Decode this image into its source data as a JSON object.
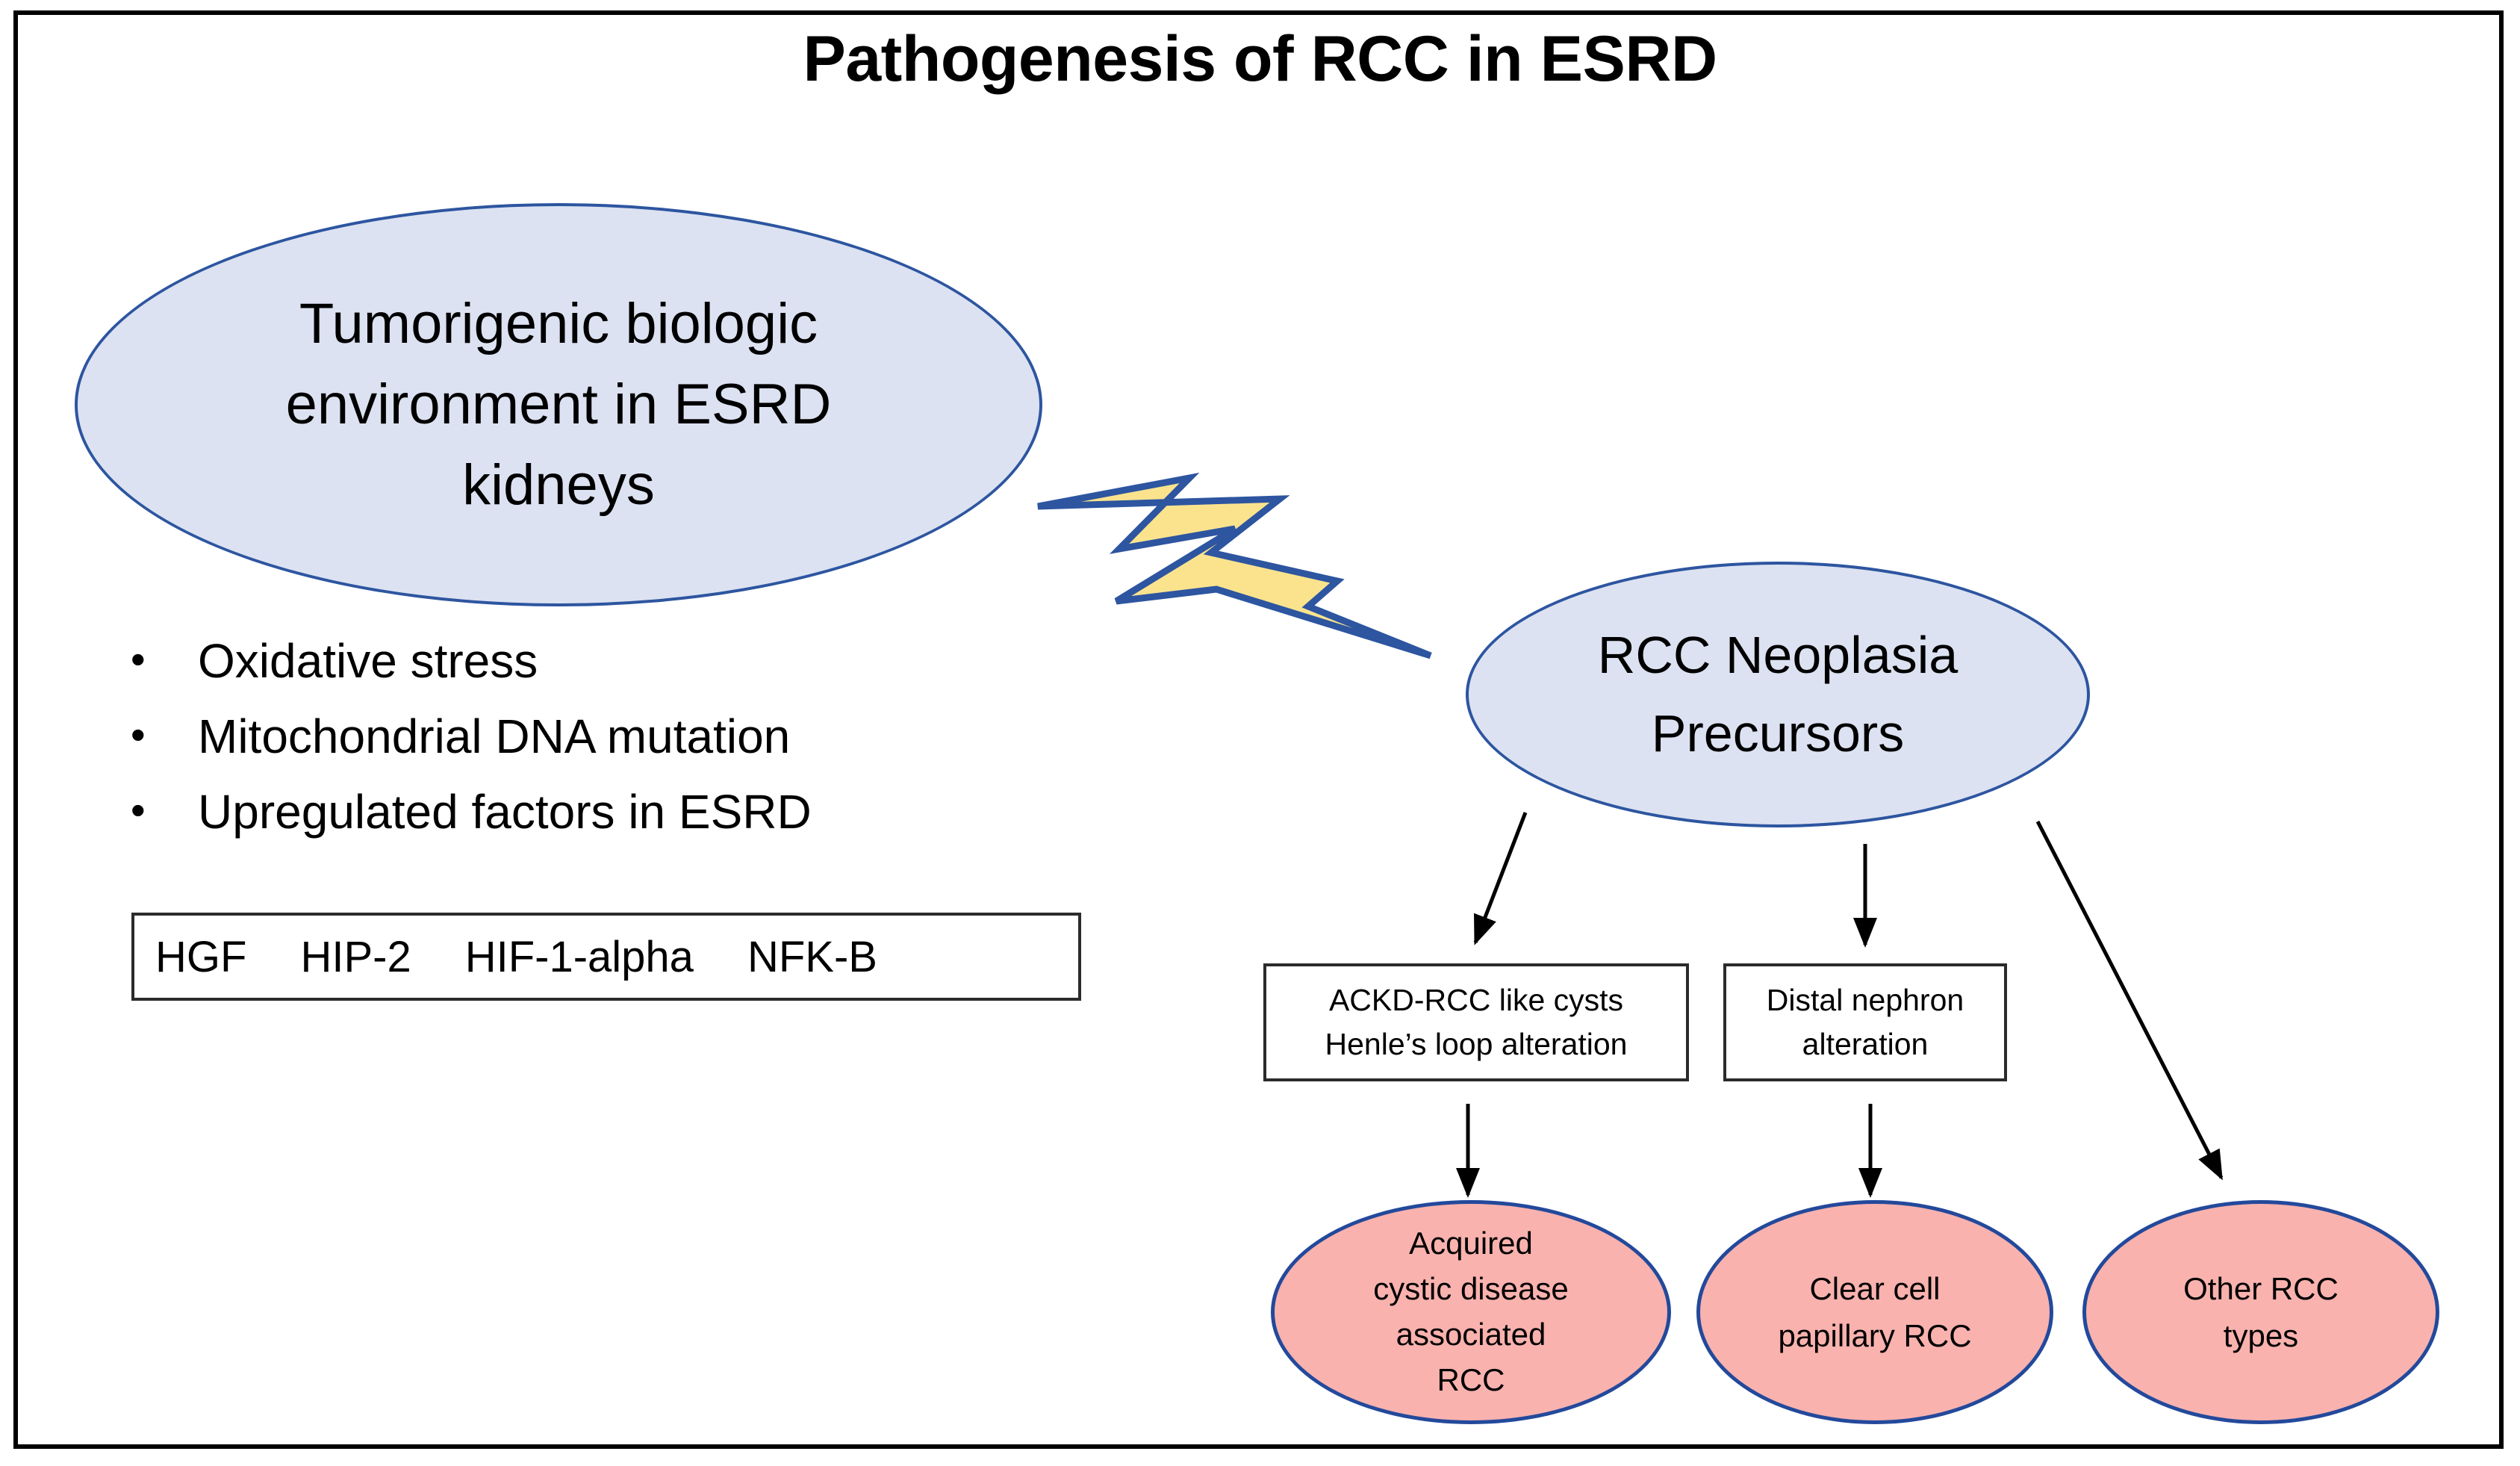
{
  "diagram": {
    "title": "Pathogenesis of RCC in ESRD",
    "colors": {
      "blue_fill": "#dce2f1",
      "blue_stroke": "#2d55a0",
      "pink_fill": "#f9b2ae",
      "pink_stroke": "#23499b",
      "bolt_fill": "#fbe38e",
      "bolt_stroke": "#2d55a0",
      "frame_stroke": "#000000",
      "arrow_stroke": "#000000"
    },
    "nodes": {
      "environment_ellipse": {
        "lines": [
          "Tumorigenic biologic",
          "environment in ESRD",
          "kidneys"
        ]
      },
      "precursors_ellipse": {
        "lines": [
          "RCC Neoplasia",
          "Precursors"
        ]
      },
      "ackd_box": {
        "lines": [
          "ACKD-RCC like cysts",
          "Henle’s loop alteration"
        ]
      },
      "distal_box": {
        "lines": [
          "Distal nephron",
          "alteration"
        ]
      },
      "ackd_rcc_ellipse": {
        "lines": [
          "Acquired",
          "cystic disease",
          "associated",
          "RCC"
        ]
      },
      "clear_cell_ellipse": {
        "lines": [
          "Clear cell",
          "papillary RCC"
        ]
      },
      "other_rcc_ellipse": {
        "lines": [
          "Other RCC",
          "types"
        ]
      }
    },
    "bullets": {
      "marker": "•",
      "items": [
        "Oxidative stress",
        "Mitochondrial DNA mutation",
        "Upregulated factors in ESRD"
      ]
    },
    "factors": [
      "HGF",
      "HIP-2",
      "HIF-1-alpha",
      "NFK-B"
    ],
    "connectors": [
      {
        "name": "lightning-bolt",
        "from": "environment_ellipse",
        "to": "precursors_ellipse",
        "style": "lightning"
      },
      {
        "name": "arrow-precursors-to-ackd-box",
        "from": "precursors_ellipse",
        "to": "ackd_box",
        "style": "arrow"
      },
      {
        "name": "arrow-precursors-to-distal-box",
        "from": "precursors_ellipse",
        "to": "distal_box",
        "style": "arrow"
      },
      {
        "name": "arrow-precursors-to-other-rcc",
        "from": "precursors_ellipse",
        "to": "other_rcc_ellipse",
        "style": "arrow"
      },
      {
        "name": "arrow-ackd-box-to-ackd-rcc",
        "from": "ackd_box",
        "to": "ackd_rcc_ellipse",
        "style": "arrow"
      },
      {
        "name": "arrow-distal-box-to-clear-cell",
        "from": "distal_box",
        "to": "clear_cell_ellipse",
        "style": "arrow"
      }
    ]
  }
}
